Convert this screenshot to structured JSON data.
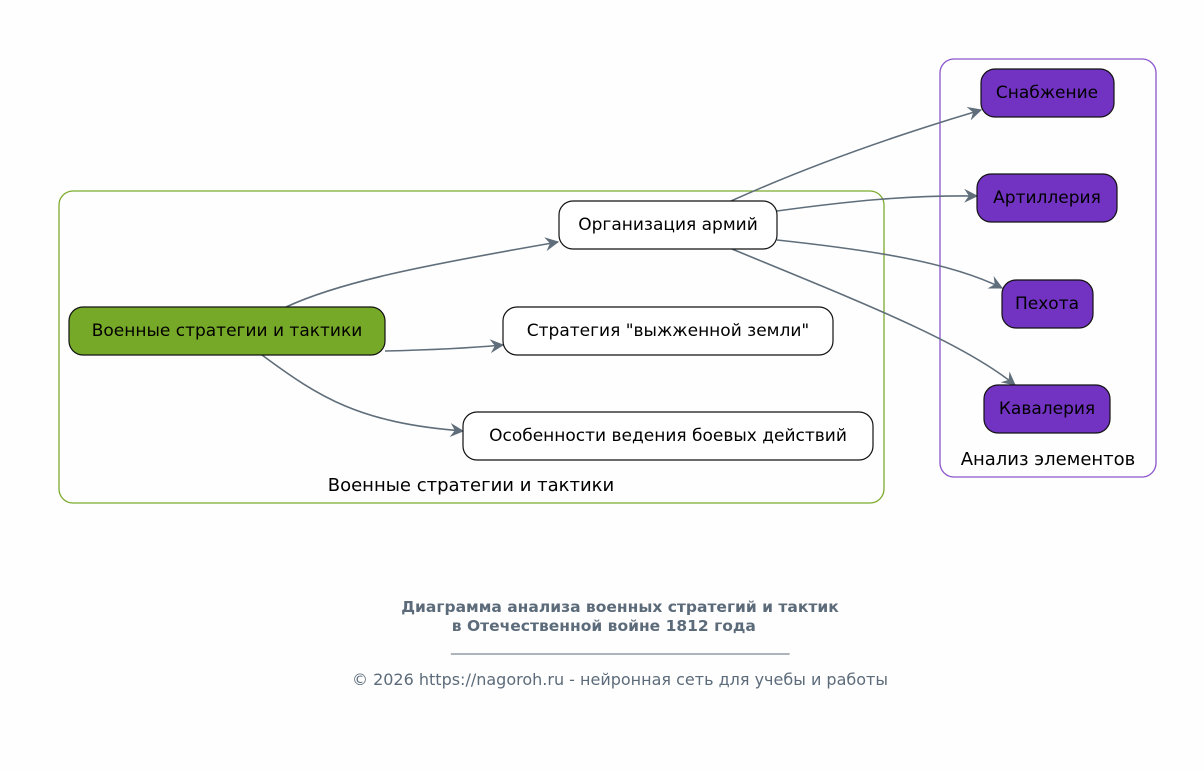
{
  "colors": {
    "background": "#fefefe",
    "cluster_strategy_border": "#7caa2d",
    "cluster_analysis_border": "#8a55cc",
    "root_fill": "#77a928",
    "analysis_fill": "#7233c2",
    "plain_fill": "#ffffff",
    "edge": "#5f6e7a",
    "caption": "#5c6b7a"
  },
  "clusters": {
    "strategy": {
      "label": "Военные стратегии и тактики"
    },
    "analysis": {
      "label": "Анализ элементов"
    }
  },
  "nodes": {
    "root": {
      "label": "Военные стратегии и тактики",
      "style": "root"
    },
    "organization": {
      "label": "Организация армий",
      "style": "plain"
    },
    "scorched": {
      "label": "Стратегия \"выжженной земли\"",
      "style": "plain"
    },
    "features": {
      "label": "Особенности ведения боевых действий",
      "style": "plain"
    },
    "supply": {
      "label": "Снабжение",
      "style": "analysis"
    },
    "artillery": {
      "label": "Артиллерия",
      "style": "analysis"
    },
    "infantry": {
      "label": "Пехота",
      "style": "analysis"
    },
    "cavalry": {
      "label": "Кавалерия",
      "style": "analysis"
    }
  },
  "edges": [
    {
      "from": "root",
      "to": "organization"
    },
    {
      "from": "root",
      "to": "scorched"
    },
    {
      "from": "root",
      "to": "features"
    },
    {
      "from": "organization",
      "to": "supply"
    },
    {
      "from": "organization",
      "to": "artillery"
    },
    {
      "from": "organization",
      "to": "infantry"
    },
    {
      "from": "organization",
      "to": "cavalry"
    }
  ],
  "caption": {
    "title_line1": "Диаграмма анализа военных стратегий и тактик",
    "title_line2": "в Отечественной войне 1812 года      ",
    "rule": "____________________________________________________",
    "footer": "© 2026 https://nagoroh.ru - нейронная сеть для учебы и работы"
  }
}
